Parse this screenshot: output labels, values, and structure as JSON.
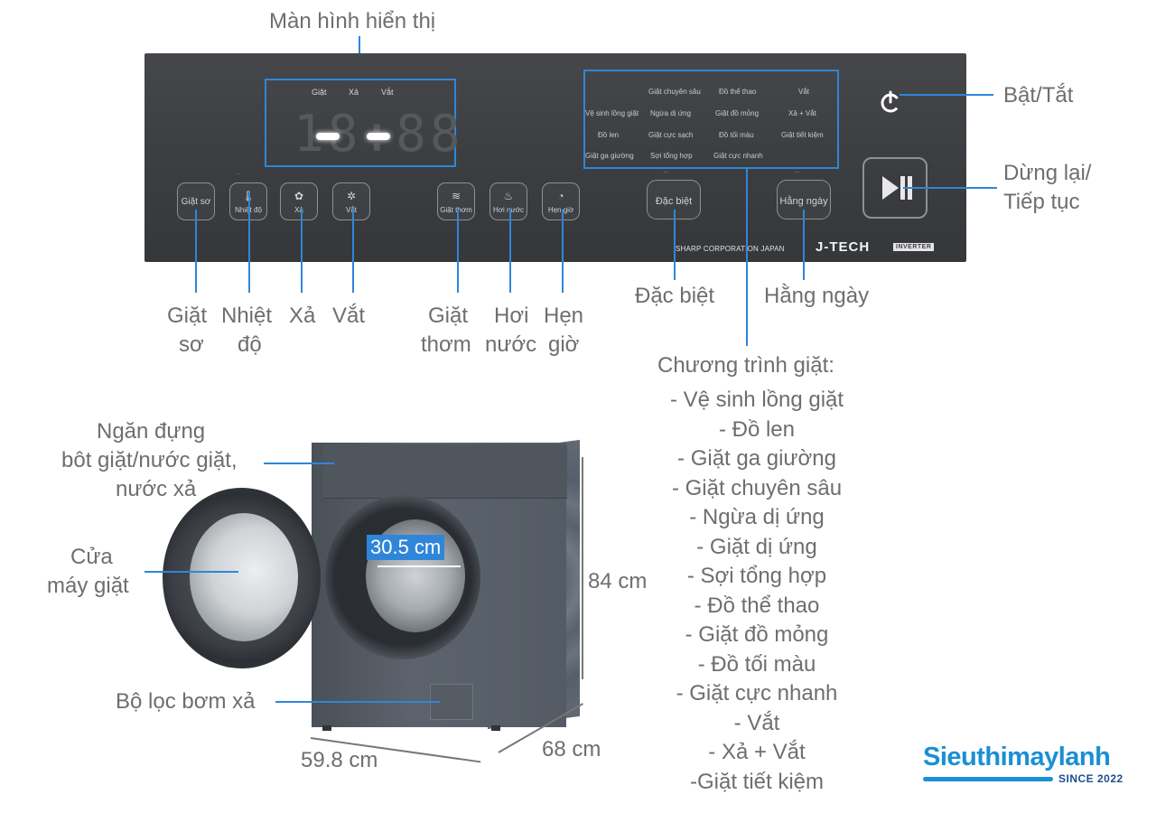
{
  "panel": {
    "display_label": "Màn hình hiển thị",
    "display_modes": [
      "Giặt",
      "Xả",
      "Vắt"
    ],
    "display_digits": "18:88",
    "programs": [
      [
        "",
        "Giặt chuyên sâu",
        "Đồ thể thao",
        "Vắt"
      ],
      [
        "Vệ sinh lồng giặt",
        "Ngừa dị ứng",
        "Giặt đồ mỏng",
        "Xả + Vắt"
      ],
      [
        "Đồ len",
        "Giặt cực sạch",
        "Đồ tối màu",
        "Giặt tiết kiệm"
      ],
      [
        "Giặt ga giường",
        "Sợi tổng hợp",
        "Giặt cực nhanh",
        ""
      ]
    ],
    "buttons": [
      {
        "label": "Giặt sơ",
        "icon": "pre-wash-icon"
      },
      {
        "label": "Nhiệt độ",
        "icon": "thermometer-icon"
      },
      {
        "label": "Xả",
        "icon": "rinse-icon"
      },
      {
        "label": "Vắt",
        "icon": "spin-icon"
      },
      {
        "label": "Giặt thơm",
        "icon": "fragrance-icon"
      },
      {
        "label": "Hơi nước",
        "icon": "steam-icon"
      },
      {
        "label": "Hẹn giờ",
        "icon": "timer-icon"
      },
      {
        "label": "Đặc biệt",
        "icon": ""
      },
      {
        "label": "Hằng ngày",
        "icon": ""
      }
    ],
    "brand": "SHARP CORPORATION JAPAN",
    "jtech": "J-TECH",
    "inverter": "INVERTER"
  },
  "callouts": {
    "power": "Bật/Tắt",
    "pause_line1": "Dừng lại/",
    "pause_line2": "Tiếp tục",
    "prewash_1": "Giặt",
    "prewash_2": "sơ",
    "temp_1": "Nhiệt",
    "temp_2": "độ",
    "rinse": "Xả",
    "spin": "Vắt",
    "fragrance_1": "Giặt",
    "fragrance_2": "thơm",
    "steam_1": "Hơi",
    "steam_2": "nước",
    "timer_1": "Hẹn",
    "timer_2": "giờ",
    "special": "Đặc biệt",
    "daily": "Hằng ngày",
    "program_title": "Chương trình giặt:",
    "program_list": [
      "- Vệ sinh lồng giặt",
      "- Đồ len",
      "- Giặt ga giường",
      "- Giặt chuyên sâu",
      "- Ngừa dị ứng",
      "- Giặt dị ứng",
      "- Sợi tổng hợp",
      "- Đồ thể thao",
      "- Giặt đồ mỏng",
      "- Đồ tối màu",
      "- Giặt cực nhanh",
      "- Vắt",
      "- Xả + Vắt",
      "-Giặt tiết kiệm"
    ]
  },
  "machine": {
    "detergent_1": "Ngăn đựng",
    "detergent_2": "bôt giặt/nước giặt,",
    "detergent_3": "nước xả",
    "door_1": "Cửa",
    "door_2": "máy giặt",
    "filter": "Bộ lọc bơm xả",
    "drum_diameter": "30.5 cm",
    "height": "84 cm",
    "width": "59.8 cm",
    "depth": "68 cm"
  },
  "logo": {
    "name": "Sieuthimaylanh",
    "since": "SINCE 2022"
  },
  "colors": {
    "accent": "#2f86d9",
    "panel": "#3f4144",
    "logo": "#1a8fd6"
  }
}
